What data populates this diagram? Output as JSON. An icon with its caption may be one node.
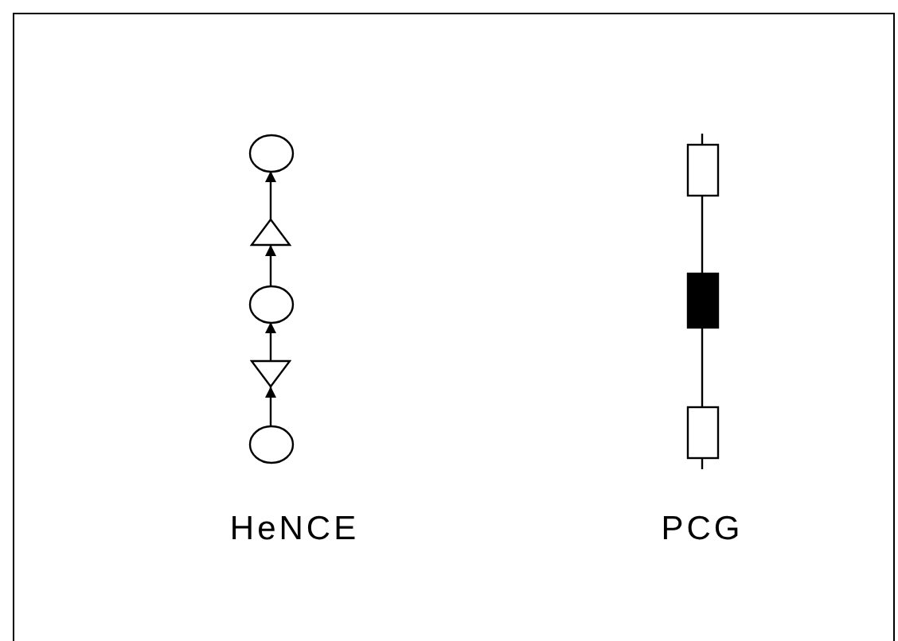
{
  "diagram": {
    "nodes": [
      {
        "text": [],
        "shape": "circle"
      },
      {
        "text": [],
        "shape": "triangle"
      },
      {
        "text": [],
        "shape": "circle"
      },
      {
        "text": [],
        "shape": "triangle"
      },
      {
        "text": [],
        "shape": "circle"
      },
      {
        "text": [],
        "shape": "box"
      },
      {
        "text": [],
        "shape": "bar"
      },
      {
        "text": [],
        "shape": "box"
      }
    ],
    "edges": [
      {
        "from": 4,
        "to": 3,
        "arrow": "to"
      },
      {
        "from": 3,
        "to": 2,
        "arrow": "to"
      },
      {
        "from": 2,
        "to": 1,
        "arrow": "to"
      },
      {
        "from": 1,
        "to": 0,
        "arrow": "to"
      },
      {
        "from": null,
        "to": 5,
        "arrow": "none"
      },
      {
        "from": 5,
        "to": 6,
        "arrow": "none"
      },
      {
        "from": 6,
        "to": 7,
        "arrow": "none"
      },
      {
        "from": 7,
        "to": null,
        "arrow": "none"
      }
    ],
    "labels": [
      "HeNCE",
      "PCG"
    ]
  }
}
